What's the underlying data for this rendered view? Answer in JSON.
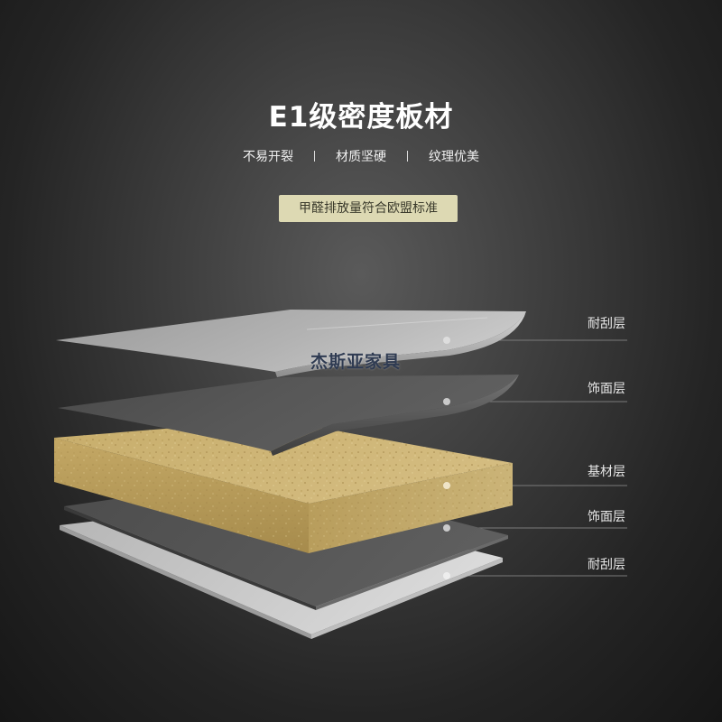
{
  "title": "E1级密度板材",
  "features": [
    "不易开裂",
    "材质坚硬",
    "纹理优美"
  ],
  "badge": "甲醛排放量符合欧盟标准",
  "watermark": "杰斯亚家具",
  "layers": [
    {
      "label": "耐刮层"
    },
    {
      "label": "饰面层"
    },
    {
      "label": "基材层"
    },
    {
      "label": "饰面层"
    },
    {
      "label": "耐刮层"
    }
  ],
  "colors": {
    "badge_bg": "#ddd9b3",
    "wear_layer": "#b5b5b5",
    "decor_layer": "#555555",
    "core_layer": "#c8ad6c"
  }
}
